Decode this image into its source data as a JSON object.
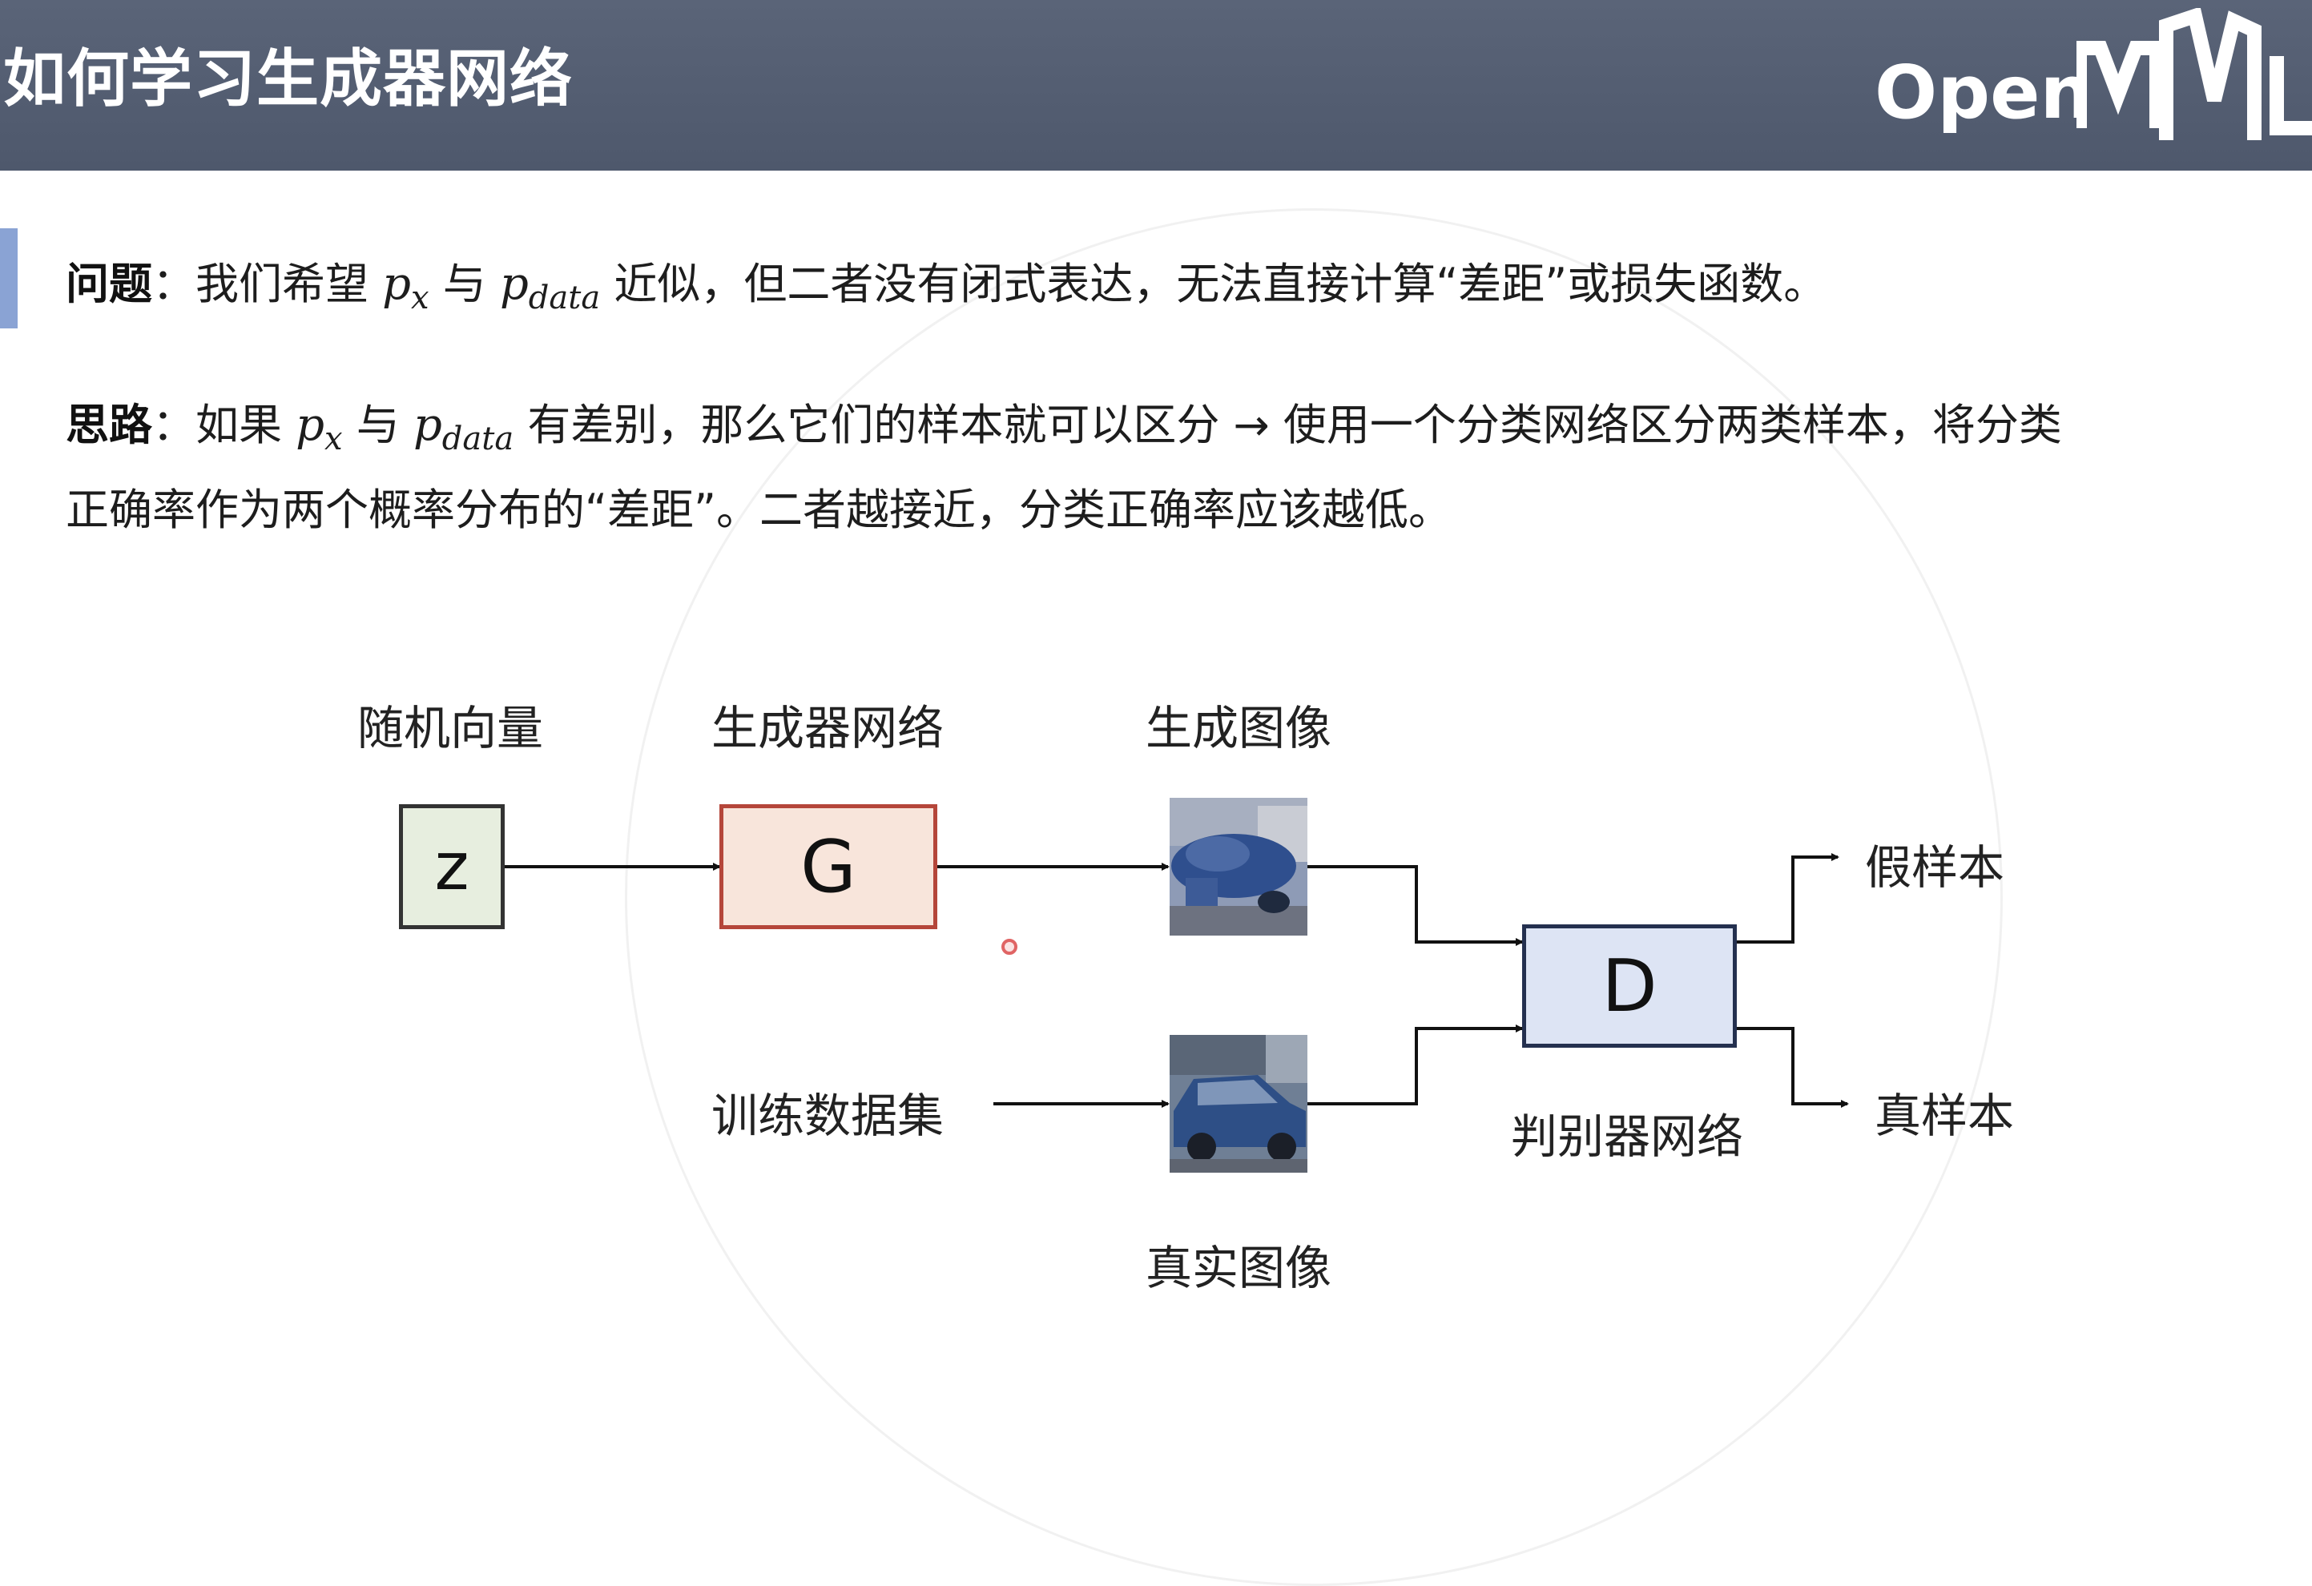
{
  "header": {
    "title": "如何学习生成器网络",
    "logo_text": "Open",
    "logo_mark_letters": "MML"
  },
  "problem": {
    "label": "问题",
    "sep": "：",
    "text1": "我们希望 ",
    "px_base": "p",
    "px_sub": "x",
    "mid": " 与 ",
    "pdata_base": "p",
    "pdata_sub": "data",
    "text2": " 近似，但二者没有闭式表达，无法直接计算“差距”或损失函数。"
  },
  "idea": {
    "label": "思路",
    "sep": "：",
    "text1": "如果 ",
    "px_base": "p",
    "px_sub": "x",
    "mid": " 与 ",
    "pdata_base": "p",
    "pdata_sub": "data",
    "text2": " 有差别，那么它们的样本就可以区分 → 使用一个分类网络区分两类样本，将分类",
    "line2": "正确率作为两个概率分布的“差距”。二者越接近，分类正确率应该越低。"
  },
  "diagram": {
    "random_vector_label": "随机向量",
    "generator_label": "生成器网络",
    "generated_image_label": "生成图像",
    "training_set_label": "训练数据集",
    "real_image_label": "真实图像",
    "discriminator_label": "判别器网络",
    "fake_sample_label": "假样本",
    "real_sample_label": "真样本",
    "z_text": "z",
    "g_text": "G",
    "d_text": "D",
    "colors": {
      "z_fill": "#e7eedf",
      "g_fill": "#f8e5db",
      "g_border": "#b5463a",
      "d_fill": "#dde4f4",
      "d_border": "#24304f"
    }
  }
}
